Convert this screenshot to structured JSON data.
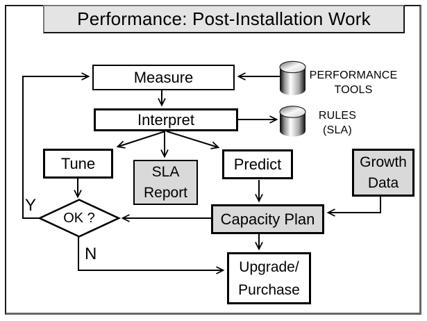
{
  "title": "Performance: Post-Installation Work",
  "nodes": {
    "measure": {
      "label": "Measure"
    },
    "interpret": {
      "label": "Interpret"
    },
    "tune": {
      "label": "Tune"
    },
    "sla_report": {
      "line1": "SLA",
      "line2": "Report"
    },
    "predict": {
      "label": "Predict"
    },
    "growth_data": {
      "line1": "Growth",
      "line2": "Data"
    },
    "capacity_plan": {
      "label": "Capacity Plan"
    },
    "upgrade": {
      "line1": "Upgrade/",
      "line2": "Purchase"
    },
    "decision": {
      "label": "OK ?"
    }
  },
  "datastores": {
    "performance_tools": {
      "line1": "PERFORMANCE",
      "line2": "TOOLS"
    },
    "rules": {
      "line1": "RULES",
      "line2": "(SLA)"
    }
  },
  "edge_labels": {
    "yes": "Y",
    "no": "N"
  },
  "colors": {
    "line": "#000000",
    "node_fill_white": "#ffffff",
    "node_fill_gray": "#d9d9d9",
    "title_fill": "#e4e4e4",
    "frame_shadow": "#666666"
  }
}
